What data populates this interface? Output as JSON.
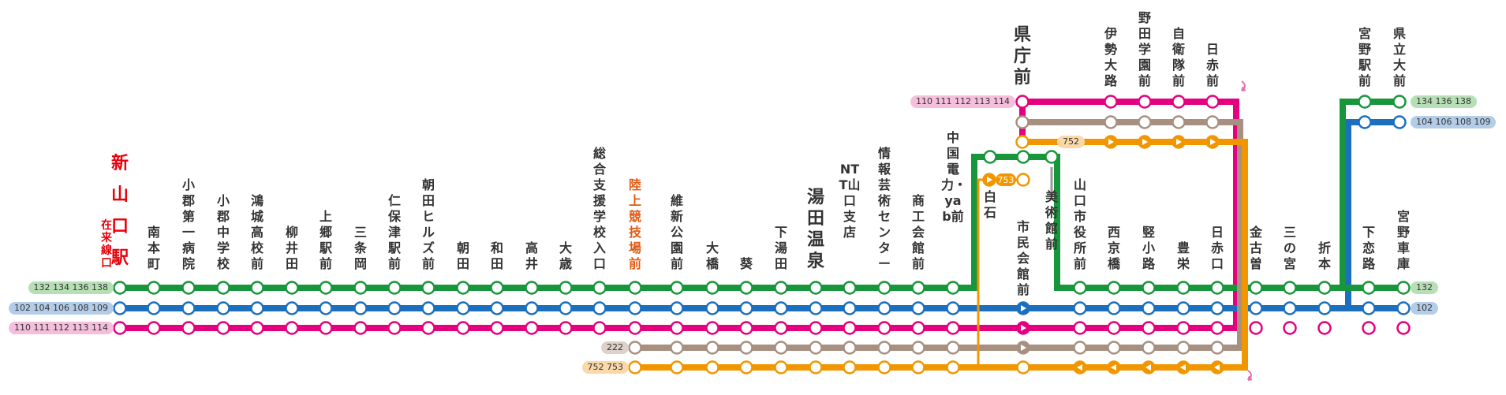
{
  "colors": {
    "green": "#17963c",
    "blue": "#1a6fbf",
    "magenta": "#e5007f",
    "brown": "#a89081",
    "orange": "#f29600",
    "station_text": "#333333",
    "highlight_red": "#e8000b",
    "highlight_orange": "#e15a12"
  },
  "main_stations": [
    {
      "name": "新山口駅",
      "sub": "在来線口",
      "style": "red"
    },
    {
      "name": "南本町"
    },
    {
      "name": "小郡第一病院"
    },
    {
      "name": "小郡中学校"
    },
    {
      "name": "鴻城高校前"
    },
    {
      "name": "柳井田"
    },
    {
      "name": "上郷駅前"
    },
    {
      "name": "三条岡"
    },
    {
      "name": "仁保津駅前"
    },
    {
      "name": "朝田ヒルズ前"
    },
    {
      "name": "朝田"
    },
    {
      "name": "和田"
    },
    {
      "name": "高井"
    },
    {
      "name": "大歳"
    },
    {
      "name": "総合支援学校入口"
    },
    {
      "name": "陸上競技場前",
      "style": "orange"
    },
    {
      "name": "維新公園前"
    },
    {
      "name": "大橋"
    },
    {
      "name": "葵"
    },
    {
      "name": "下湯田"
    },
    {
      "name": "湯田温泉",
      "style": "big"
    },
    {
      "name": "NTT山口支店"
    },
    {
      "name": "情報芸術センター"
    },
    {
      "name": "商工会館前"
    },
    {
      "name": "中国電力・yab前"
    },
    {
      "name": "市民会館前"
    },
    {
      "name": "山口市役所前"
    },
    {
      "name": "西京橋"
    },
    {
      "name": "竪小路"
    },
    {
      "name": "豊栄"
    },
    {
      "name": "日赤口"
    },
    {
      "name": "金古曽"
    },
    {
      "name": "三の宮"
    },
    {
      "name": "折本"
    },
    {
      "name": "下恋路"
    },
    {
      "name": "宮野車庫"
    }
  ],
  "loop_stations": [
    {
      "name": "白石"
    },
    {
      "name": "美術館前"
    }
  ],
  "upper_stations": [
    {
      "name": "県庁前",
      "style": "big"
    },
    {
      "name": "伊勢大路"
    },
    {
      "name": "野田学園前"
    },
    {
      "name": "自衛隊前"
    },
    {
      "name": "日赤前"
    }
  ],
  "right_upper_stations": [
    {
      "name": "宮野駅前"
    },
    {
      "name": "県立大前"
    }
  ],
  "routes": {
    "green_left": "132 134 136 138",
    "green_right": "132",
    "blue_left": "102 104 106 108 109",
    "blue_right": "102",
    "magenta_left": "110 111 112 113 114",
    "brown_left": "222",
    "orange_left": "752 753",
    "upper_magenta": "110 111 112 113 114",
    "upper_orange": "752",
    "loop_orange": "753",
    "upper_right_green": "134 136 138",
    "upper_right_blue": "104 106 108 109"
  }
}
